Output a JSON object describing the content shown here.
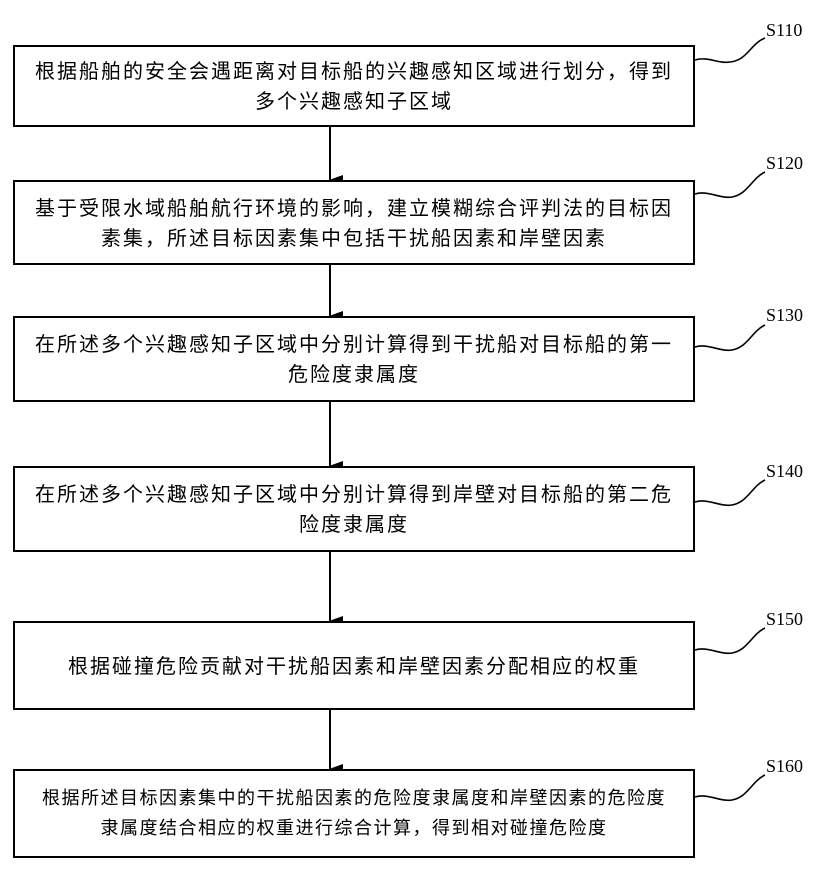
{
  "steps": [
    {
      "label": "S110",
      "text": "根据船舶的安全会遇距离对目标船的兴趣感知区域进行划分，得到多个兴趣感知子区域"
    },
    {
      "label": "S120",
      "text": "基于受限水域船舶航行环境的影响，建立模糊综合评判法的目标因素集，所述目标因素集中包括干扰船因素和岸壁因素"
    },
    {
      "label": "S130",
      "text": "在所述多个兴趣感知子区域中分别计算得到干扰船对目标船的第一危险度隶属度"
    },
    {
      "label": "S140",
      "text": "在所述多个兴趣感知子区域中分别计算得到岸壁对目标船的第二危险度隶属度"
    },
    {
      "label": "S150",
      "text": "根据碰撞危险贡献对干扰船因素和岸壁因素分配相应的权重"
    },
    {
      "label": "S160",
      "text": "根据所述目标因素集中的干扰船因素的危险度隶属度和岸壁因素的危险度隶属度结合相应的权重进行综合计算，得到相对碰撞危险度"
    }
  ]
}
